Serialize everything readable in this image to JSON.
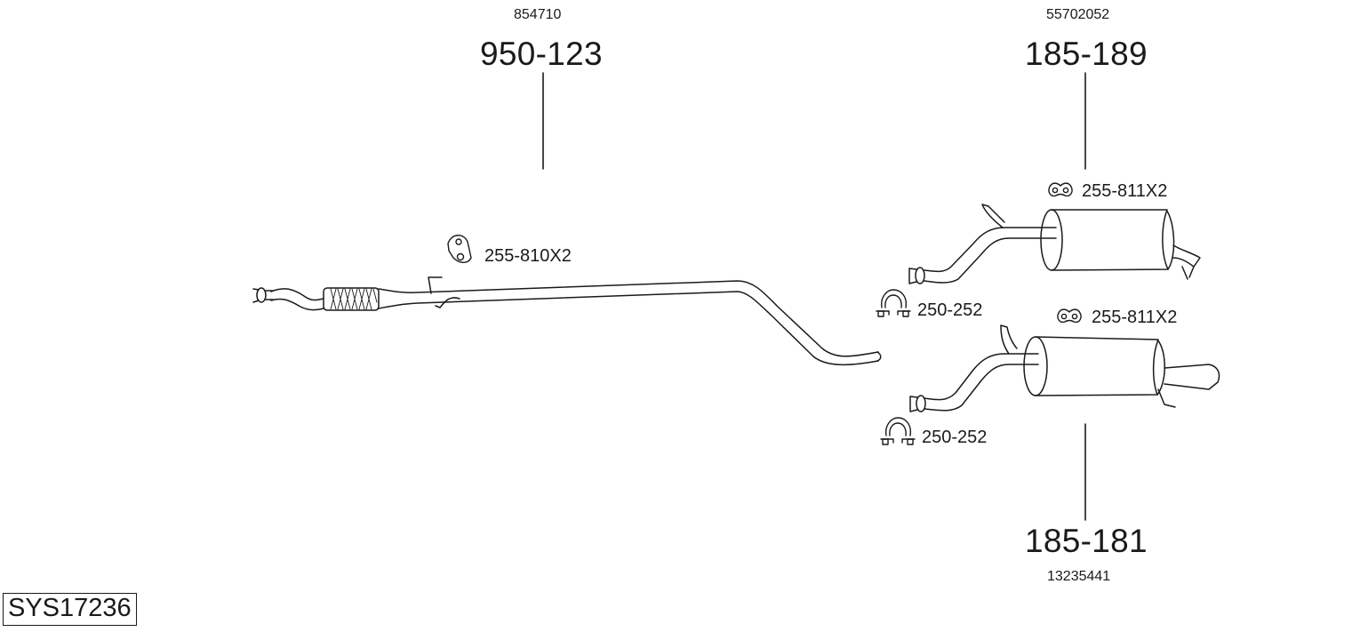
{
  "system_code": "SYS17236",
  "parts": {
    "front_pipe": {
      "oe_number": "854710",
      "part_number": "950-123"
    },
    "rear_box_a": {
      "oe_number": "55702052",
      "part_number": "185-189"
    },
    "rear_box_b": {
      "oe_number": "13235441",
      "part_number": "185-181"
    }
  },
  "accessories": {
    "front_hanger": "255-810X2",
    "rear_hanger_a": "255-811X2",
    "rear_hanger_b": "255-811X2",
    "clamp_a": "250-252",
    "clamp_b": "250-252"
  }
}
